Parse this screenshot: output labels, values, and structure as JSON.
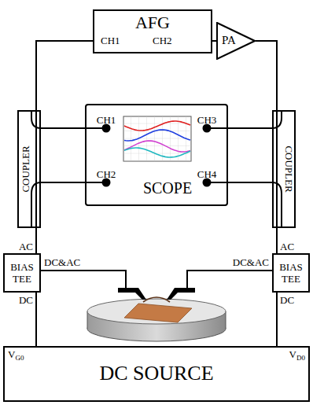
{
  "diagram": {
    "nodes": [
      {
        "text": [
          "AFG"
        ]
      },
      {
        "text": [
          "PA"
        ]
      },
      {
        "text": [
          "COUPLER"
        ]
      },
      {
        "text": [
          "SCOPE"
        ]
      },
      {
        "text": [
          "COUPLER"
        ]
      },
      {
        "text": [
          "BIAS TEE"
        ]
      },
      {
        "text": [
          "BIAS TEE"
        ]
      },
      {
        "text": [
          "DC SOURCE"
        ]
      }
    ],
    "edges": [
      {
        "from": 0,
        "to": 2,
        "arrow": "none"
      },
      {
        "from": 0,
        "to": 1,
        "arrow": "none"
      },
      {
        "from": 1,
        "to": 4,
        "arrow": "none"
      },
      {
        "from": 2,
        "to": 3,
        "arrow": "none"
      },
      {
        "from": 2,
        "to": 3,
        "arrow": "none"
      },
      {
        "from": 4,
        "to": 3,
        "arrow": "none"
      },
      {
        "from": 4,
        "to": 3,
        "arrow": "none"
      },
      {
        "from": 2,
        "to": 5,
        "arrow": "none"
      },
      {
        "from": 4,
        "to": 6,
        "arrow": "none"
      },
      {
        "from": 5,
        "to": 7,
        "arrow": "none"
      },
      {
        "from": 6,
        "to": 7,
        "arrow": "none"
      }
    ],
    "labels": [
      "CH1",
      "CH2",
      "CH1",
      "CH3",
      "CH2",
      "CH4",
      "AC",
      "AC",
      "DC&AC",
      "DC&AC",
      "DC",
      "DC",
      "VG0",
      "VD0"
    ]
  }
}
